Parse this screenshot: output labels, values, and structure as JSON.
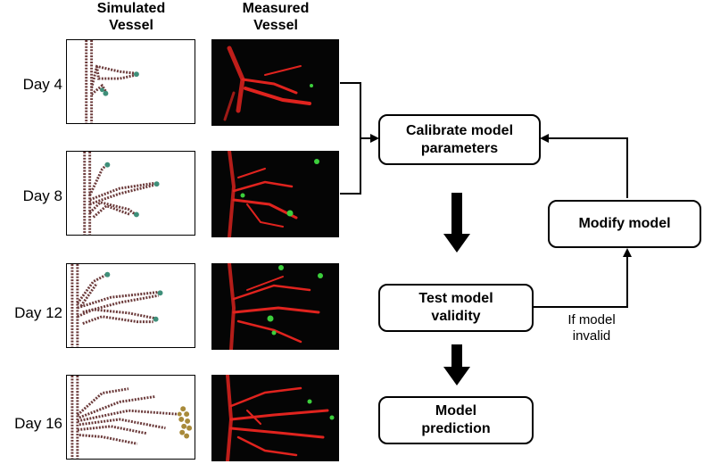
{
  "headers": {
    "simulated": "Simulated\nVessel",
    "measured": "Measured\nVessel"
  },
  "rows": [
    {
      "day": "Day 4"
    },
    {
      "day": "Day 8"
    },
    {
      "day": "Day 12"
    },
    {
      "day": "Day 16"
    }
  ],
  "flow": {
    "calibrate": "Calibrate model\nparameters",
    "test": "Test model\nvalidity",
    "prediction": "Model\nprediction",
    "modify": "Modify model",
    "invalid_note": "If model\ninvalid"
  },
  "colors": {
    "vessel_red": "#e0231e",
    "cell_green": "#3ccf3c",
    "sim_vessel": "#6b3a3a",
    "sim_tip": "#3f8f7a"
  }
}
